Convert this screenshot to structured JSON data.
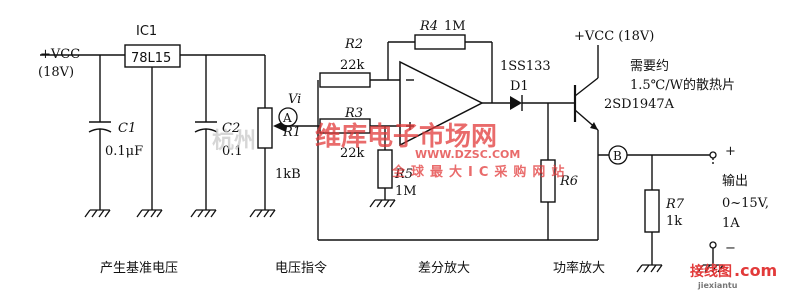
{
  "supply_left": {
    "label": "+VCC",
    "voltage": "(18V)"
  },
  "supply_right": {
    "label": "+VCC (18V)"
  },
  "regulator": {
    "ref": "IC1",
    "part": "78L15"
  },
  "capacitors": [
    {
      "ref": "C1",
      "value": "0.1μF"
    },
    {
      "ref": "C2",
      "value": "0.1"
    }
  ],
  "resistors": {
    "r1": {
      "ref": "R1",
      "value": "1kB"
    },
    "r2": {
      "ref": "R2",
      "value": "22k"
    },
    "r3": {
      "ref": "R3",
      "value": "22k"
    },
    "r4": {
      "ref": "R4",
      "value": "1M"
    },
    "r5": {
      "ref": "R5",
      "value": "1M"
    },
    "r6": {
      "ref": "R6"
    },
    "r7": {
      "ref": "R7",
      "value": "1k"
    }
  },
  "input_node": "Vi",
  "node_a": "A",
  "node_b": "B",
  "diode_part": "1SS133",
  "diode_ref": "D1",
  "transistor": "2SD1947A",
  "heatsink_note": [
    "需要约",
    "1.5℃/W的散热片"
  ],
  "output": {
    "plus": "+",
    "minus": "−",
    "label": "输出",
    "range": "0~15V,",
    "current": "1A"
  },
  "section_labels": [
    "产生基准电压",
    "电压指令",
    "差分放大",
    "功率放大"
  ],
  "watermarks": {
    "main": "维库电子市场网",
    "url": "WWW.DZSC.COM",
    "tagline": "全球最大IC采购网站",
    "city": "杭州",
    "corner": "接线图",
    "corner_com": ".com",
    "corner_url": "jiexiantu"
  },
  "colors": {
    "ink": "#111111",
    "watermark": "#e23a3a",
    "watermark_faint": "#c9c9c9"
  }
}
